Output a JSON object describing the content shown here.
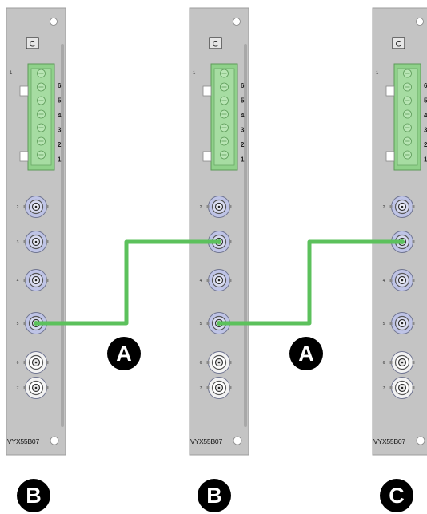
{
  "modules": [
    {
      "model": "VYX55B07",
      "logo_letter": "C",
      "connector_pins": [
        "6",
        "5",
        "4",
        "3",
        "2",
        "1"
      ],
      "connector_number": "1",
      "port_numbers": [
        "2",
        "3",
        "4",
        "5",
        "6",
        "7"
      ],
      "badge": "B"
    },
    {
      "model": "VYX55B07",
      "logo_letter": "C",
      "connector_pins": [
        "6",
        "5",
        "4",
        "3",
        "2",
        "1"
      ],
      "connector_number": "1",
      "port_numbers": [
        "2",
        "3",
        "4",
        "5",
        "6",
        "7"
      ],
      "badge": "B"
    },
    {
      "model": "VYX55B07",
      "logo_letter": "C",
      "connector_pins": [
        "6",
        "5",
        "4",
        "3",
        "2",
        "1"
      ],
      "connector_number": "1",
      "port_numbers": [
        "2",
        "3",
        "4",
        "5",
        "6",
        "7"
      ],
      "badge": "C"
    }
  ],
  "cables": [
    {
      "label": "A",
      "from_module": 0,
      "from_port": "5",
      "to_module": 1,
      "to_port": "3"
    },
    {
      "label": "A",
      "from_module": 1,
      "from_port": "5",
      "to_module": 2,
      "to_port": "3"
    }
  ],
  "colors": {
    "panel": "#c4c4c4",
    "panel_edge": "#9c9c9c",
    "connector_green": "#8fd18a",
    "cable_green": "#5cc15c",
    "bnc_blue": "#bfc4e6",
    "badge": "#000000"
  }
}
